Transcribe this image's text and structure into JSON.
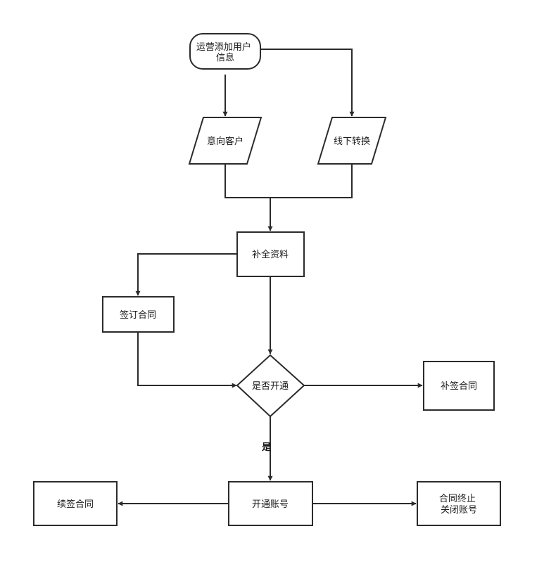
{
  "nodes": {
    "start": {
      "lines": [
        "运营添加用户",
        "信息"
      ],
      "shape": "terminator"
    },
    "intent": {
      "lines": [
        "意向客户"
      ],
      "shape": "data"
    },
    "offline": {
      "lines": [
        "线下转换"
      ],
      "shape": "data"
    },
    "complete": {
      "lines": [
        "补全资料"
      ],
      "shape": "process"
    },
    "sign": {
      "lines": [
        "签订合同"
      ],
      "shape": "process"
    },
    "decide": {
      "lines": [
        "是否开通"
      ],
      "shape": "decision"
    },
    "supplement": {
      "lines": [
        "补签合同"
      ],
      "shape": "process"
    },
    "open": {
      "lines": [
        "开通账号"
      ],
      "shape": "process"
    },
    "renew": {
      "lines": [
        "续签合同"
      ],
      "shape": "process"
    },
    "terminate": {
      "lines": [
        "合同终止",
        "关闭账号"
      ],
      "shape": "process"
    }
  },
  "edges": [
    {
      "from": "start",
      "to": "intent",
      "label": ""
    },
    {
      "from": "start",
      "to": "offline",
      "label": ""
    },
    {
      "from": "intent",
      "to": "complete",
      "label": ""
    },
    {
      "from": "offline",
      "to": "complete",
      "label": ""
    },
    {
      "from": "complete",
      "to": "sign",
      "label": ""
    },
    {
      "from": "complete",
      "to": "decide",
      "label": ""
    },
    {
      "from": "sign",
      "to": "decide",
      "label": ""
    },
    {
      "from": "decide",
      "to": "supplement",
      "label": ""
    },
    {
      "from": "decide",
      "to": "open",
      "label": "是"
    },
    {
      "from": "open",
      "to": "renew",
      "label": ""
    },
    {
      "from": "open",
      "to": "terminate",
      "label": ""
    }
  ],
  "colors": {
    "stroke": "#2b2b2b",
    "fill": "#ffffff",
    "text": "#1a1a1a"
  }
}
